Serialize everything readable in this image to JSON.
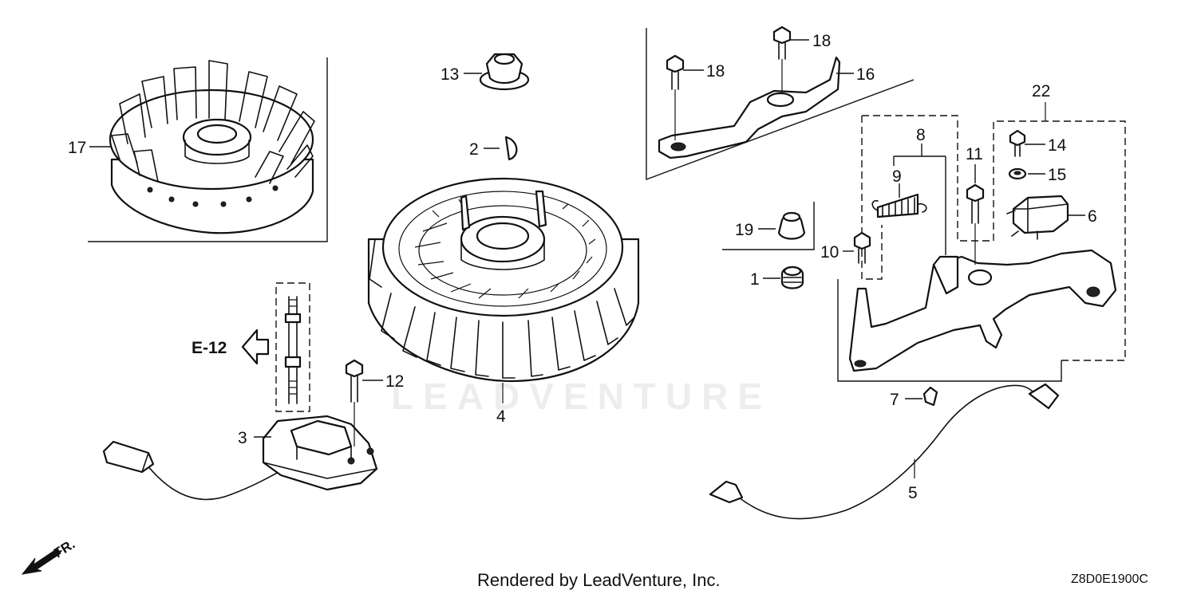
{
  "callouts": {
    "c1": "1",
    "c2": "2",
    "c3": "3",
    "c4": "4",
    "c5": "5",
    "c6": "6",
    "c7": "7",
    "c8": "8",
    "c9": "9",
    "c10": "10",
    "c11": "11",
    "c12": "12",
    "c13": "13",
    "c14": "14",
    "c15": "15",
    "c16": "16",
    "c17": "17",
    "c18a": "18",
    "c18b": "18",
    "c19": "19",
    "c22": "22"
  },
  "reference": "E-12",
  "direction_label": "FR.",
  "watermark": "LEADVENTURE",
  "footer": {
    "credit": "Rendered by LeadVenture, Inc.",
    "diagram_code": "Z8D0E1900C"
  }
}
